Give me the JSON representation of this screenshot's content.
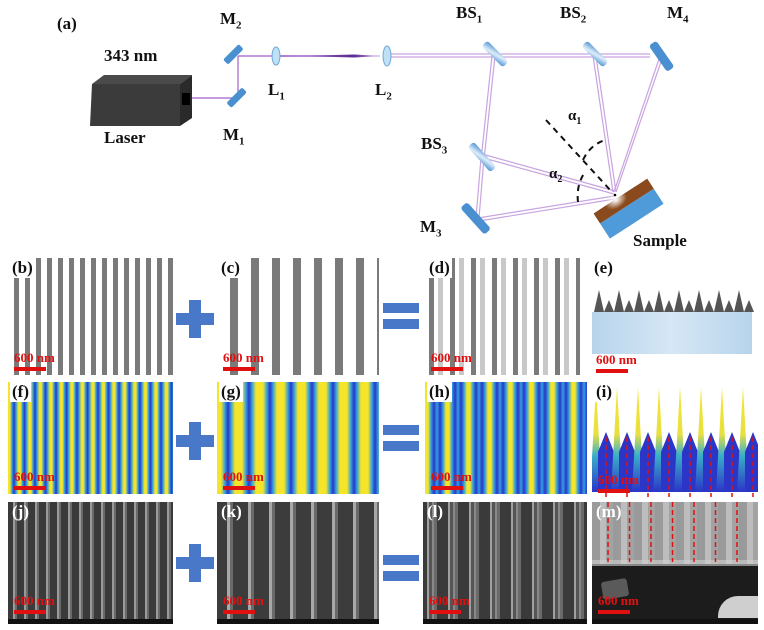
{
  "figure": {
    "panel_a": {
      "label": "(a)",
      "wavelength": "343 nm",
      "laser": "Laser",
      "components": {
        "m1": "M",
        "m1_sub": "1",
        "m2": "M",
        "m2_sub": "2",
        "m3": "M",
        "m3_sub": "3",
        "m4": "M",
        "m4_sub": "4",
        "l1": "L",
        "l1_sub": "1",
        "l2": "L",
        "l2_sub": "2",
        "bs1": "BS",
        "bs1_sub": "1",
        "bs2": "BS",
        "bs2_sub": "2",
        "bs3": "BS",
        "bs3_sub": "3",
        "alpha1": "α",
        "alpha1_sub": "1",
        "alpha2": "α",
        "alpha2_sub": "2",
        "sample": "Sample"
      },
      "colors": {
        "mirror": "#4a8fd0",
        "beam": "#b07ad0",
        "laser_body": "#3a3a3a",
        "sample_top": "#8a4a1e",
        "sample_base": "#4f9ad8"
      }
    },
    "scale_bar": "600 nm",
    "operators": {
      "plus": "+",
      "equals": "="
    },
    "rows": [
      {
        "name": "schematic",
        "panels": [
          {
            "label": "(b)",
            "type": "grating",
            "period": "short"
          },
          {
            "label": "(c)",
            "type": "grating",
            "period": "long"
          },
          {
            "label": "(d)",
            "type": "grating",
            "period": "combined"
          },
          {
            "label": "(e)",
            "type": "profile"
          }
        ]
      },
      {
        "name": "simulation",
        "panels": [
          {
            "label": "(f)",
            "type": "intensity",
            "period": "short"
          },
          {
            "label": "(g)",
            "type": "intensity",
            "period": "long"
          },
          {
            "label": "(h)",
            "type": "intensity",
            "period": "combined"
          },
          {
            "label": "(i)",
            "type": "cross-section"
          }
        ]
      },
      {
        "name": "sem",
        "panels": [
          {
            "label": "(j)",
            "type": "sem-top"
          },
          {
            "label": "(k)",
            "type": "sem-top"
          },
          {
            "label": "(l)",
            "type": "sem-top"
          },
          {
            "label": "(m)",
            "type": "sem-cross"
          }
        ]
      }
    ],
    "colors": {
      "operator": "#4a78c8",
      "scale": "#e01010",
      "grating_dark": "#7a7a7a",
      "grating_light": "#c8c8c8",
      "field_yellow": "#f5e52a",
      "field_blue": "#2b35c8",
      "field_mid": "#2fa0e0"
    }
  }
}
